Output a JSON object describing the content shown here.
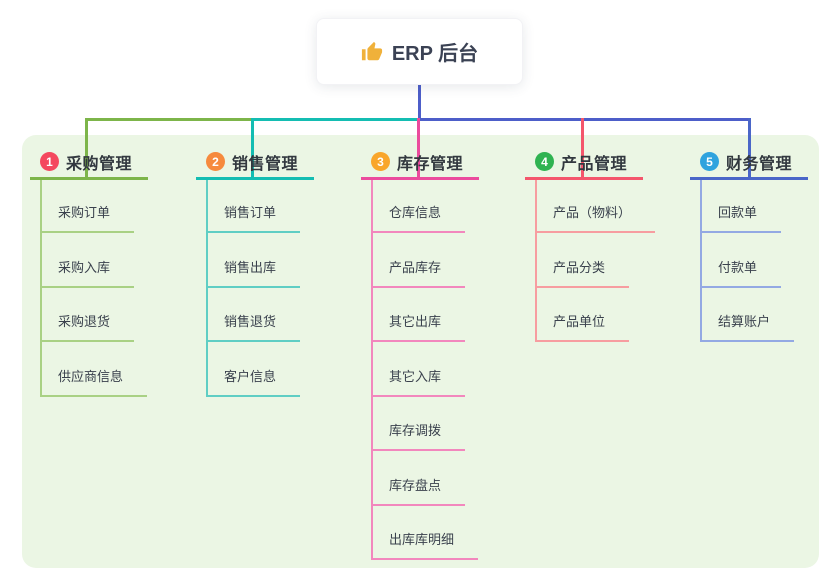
{
  "root": {
    "label": "ERP 后台",
    "icon": "thumbs-up-icon",
    "connector_color": "#4d5ec9"
  },
  "panel": {
    "background": "#ebf6e4"
  },
  "branches": [
    {
      "number": "1",
      "label": "采购管理",
      "badge_color": "#f4485e",
      "line_color": "#7db54a",
      "child_line_color": "#a9d184",
      "children": [
        "采购订单",
        "采购入库",
        "采购退货",
        "供应商信息"
      ]
    },
    {
      "number": "2",
      "label": "销售管理",
      "badge_color": "#f68a3d",
      "line_color": "#14bdb2",
      "child_line_color": "#5fcec4",
      "children": [
        "销售订单",
        "销售出库",
        "销售退货",
        "客户信息"
      ]
    },
    {
      "number": "3",
      "label": "库存管理",
      "badge_color": "#f9a62b",
      "line_color": "#eb4b9d",
      "child_line_color": "#f287bd",
      "children": [
        "仓库信息",
        "产品库存",
        "其它出库",
        "其它入库",
        "库存调拨",
        "库存盘点",
        "出库库明细"
      ]
    },
    {
      "number": "4",
      "label": "产品管理",
      "badge_color": "#2fb351",
      "line_color": "#f4566c",
      "child_line_color": "#f79da0",
      "children": [
        "产品（物料）",
        "产品分类",
        "产品单位"
      ]
    },
    {
      "number": "5",
      "label": "财务管理",
      "badge_color": "#2fa3de",
      "line_color": "#4a66c8",
      "child_line_color": "#93a9e3",
      "children": [
        "回款单",
        "付款单",
        "结算账户"
      ]
    }
  ]
}
